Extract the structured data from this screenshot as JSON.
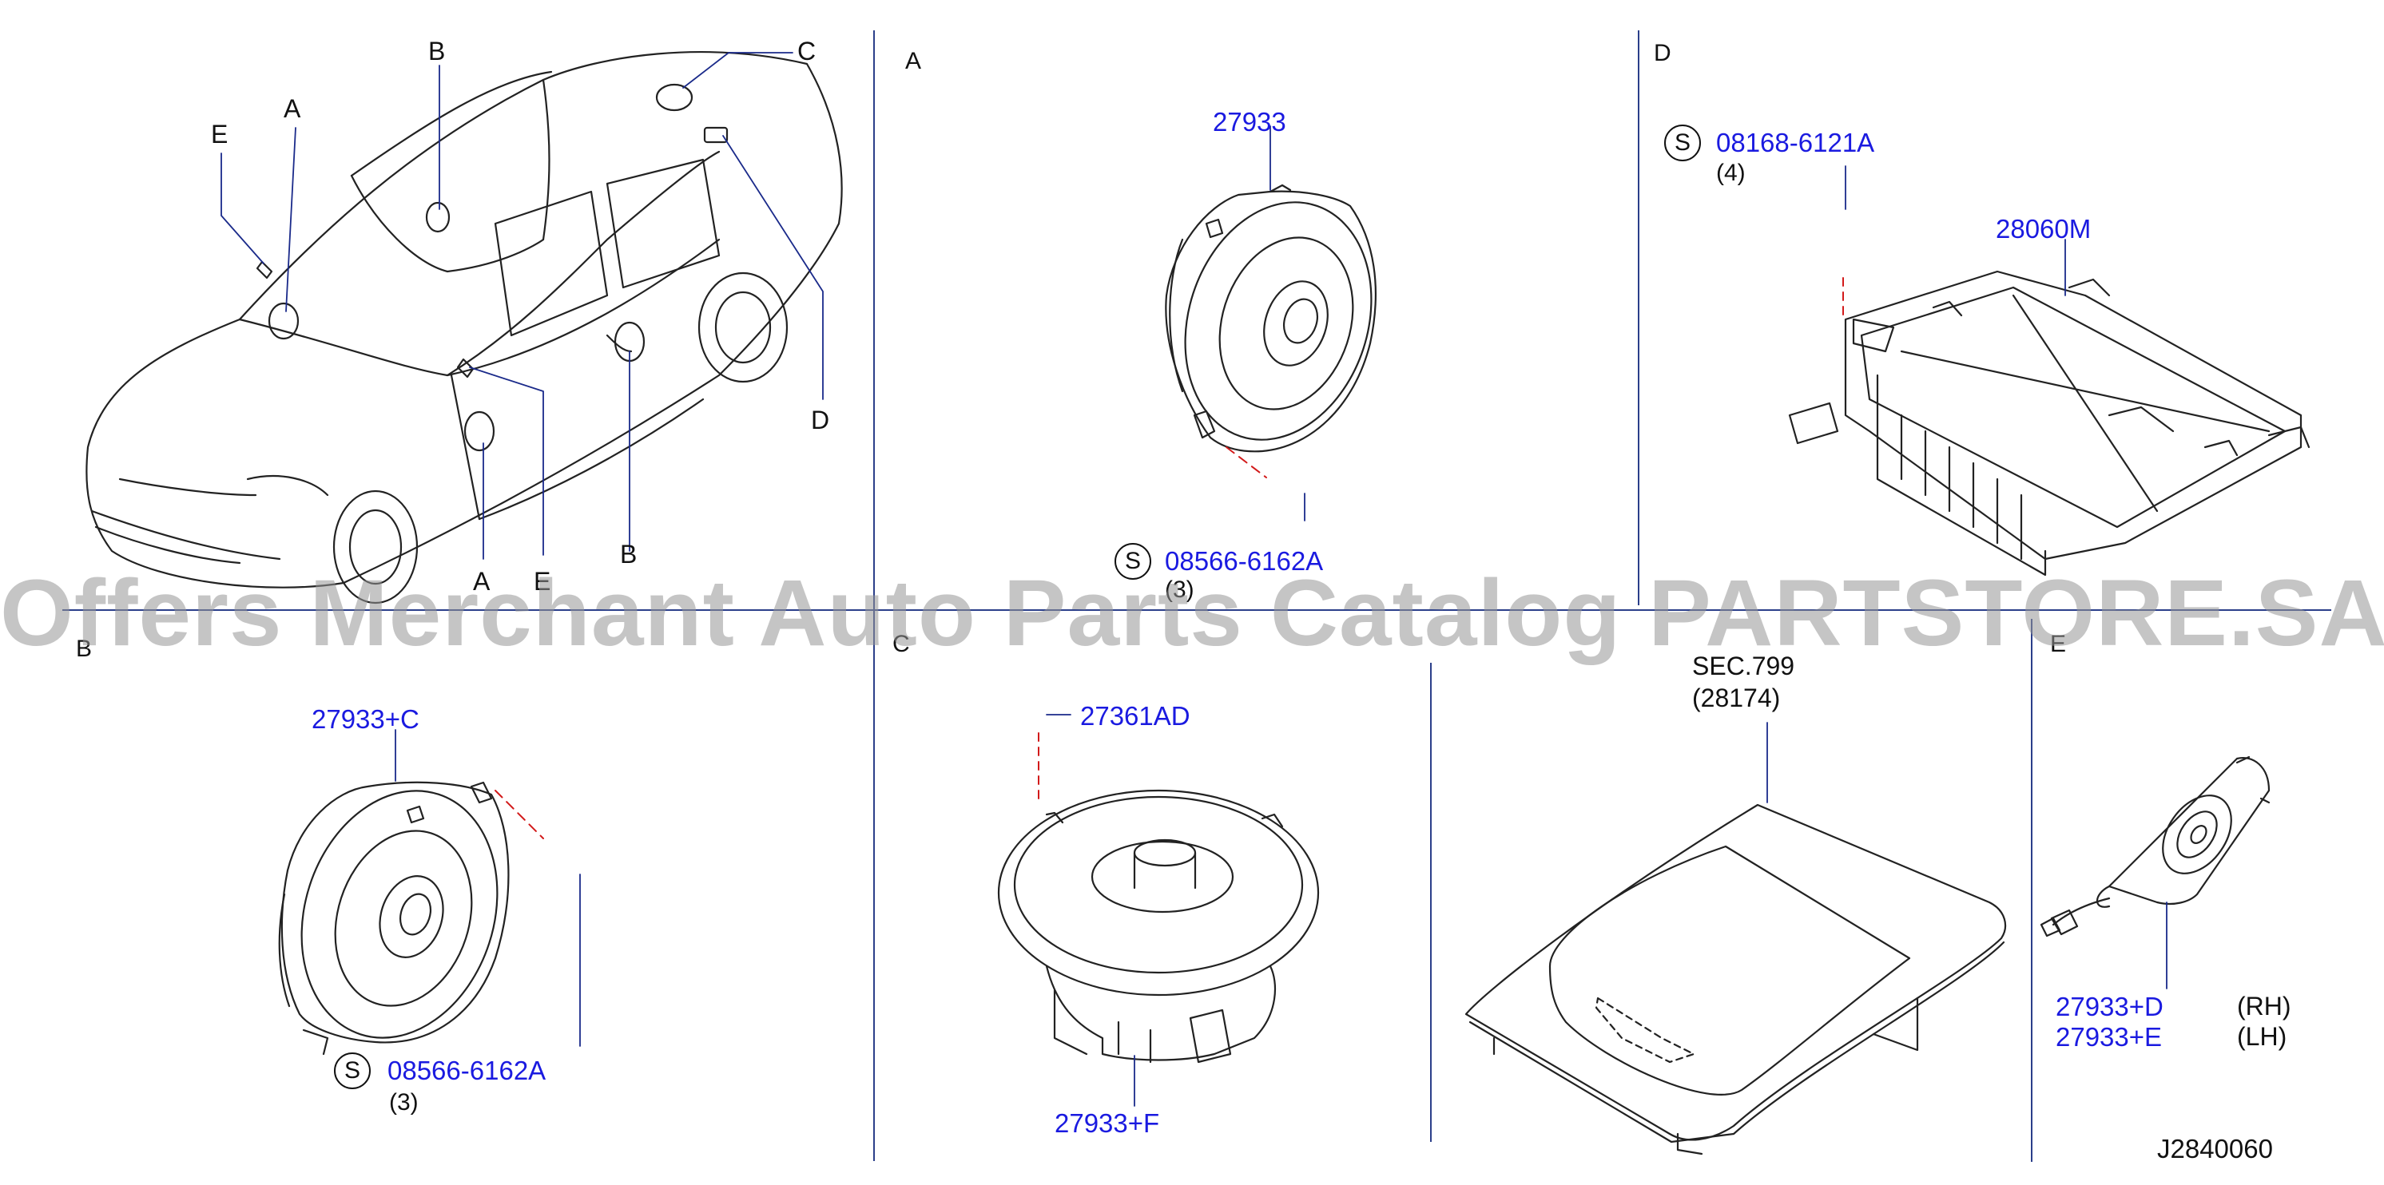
{
  "watermark": "Offers Merchant Auto Parts Catalog PARTSTORE.SA",
  "diagram_ref": "J2840060",
  "car_view": {
    "labels": {
      "a_top": "A",
      "b_top": "B",
      "c_top": "C",
      "e_top": "E",
      "d_side": "D",
      "a_bottom": "A",
      "e_bottom": "E",
      "b_bottom": "B"
    }
  },
  "section_a": {
    "letter": "A",
    "speaker_pn": "27933",
    "screw_pn": "08566-6162A",
    "screw_qty": "(3)",
    "screw_symbol": "S"
  },
  "section_d": {
    "letter": "D",
    "screw_pn": "08168-6121A",
    "screw_qty": "(4)",
    "screw_symbol": "S",
    "amp_pn": "28060M"
  },
  "section_b": {
    "letter": "B",
    "speaker_pn": "27933+C",
    "screw_pn": "08566-6162A",
    "screw_qty": "(3)",
    "screw_symbol": "S"
  },
  "section_c": {
    "letter": "C",
    "clip_pn": "27361AD",
    "speaker_pn": "27933+F"
  },
  "section_shelf": {
    "sec_ref": "SEC.799",
    "sec_ref_pn": "(28174)"
  },
  "section_e": {
    "letter": "E",
    "rh_pn": "27933+D",
    "rh_side": "(RH)",
    "lh_pn": "27933+E",
    "lh_side": "(LH)"
  },
  "colors": {
    "divider": "#2b3f8a",
    "part_number": "#1a1ae0",
    "leader_dash": "#d21a1a"
  }
}
